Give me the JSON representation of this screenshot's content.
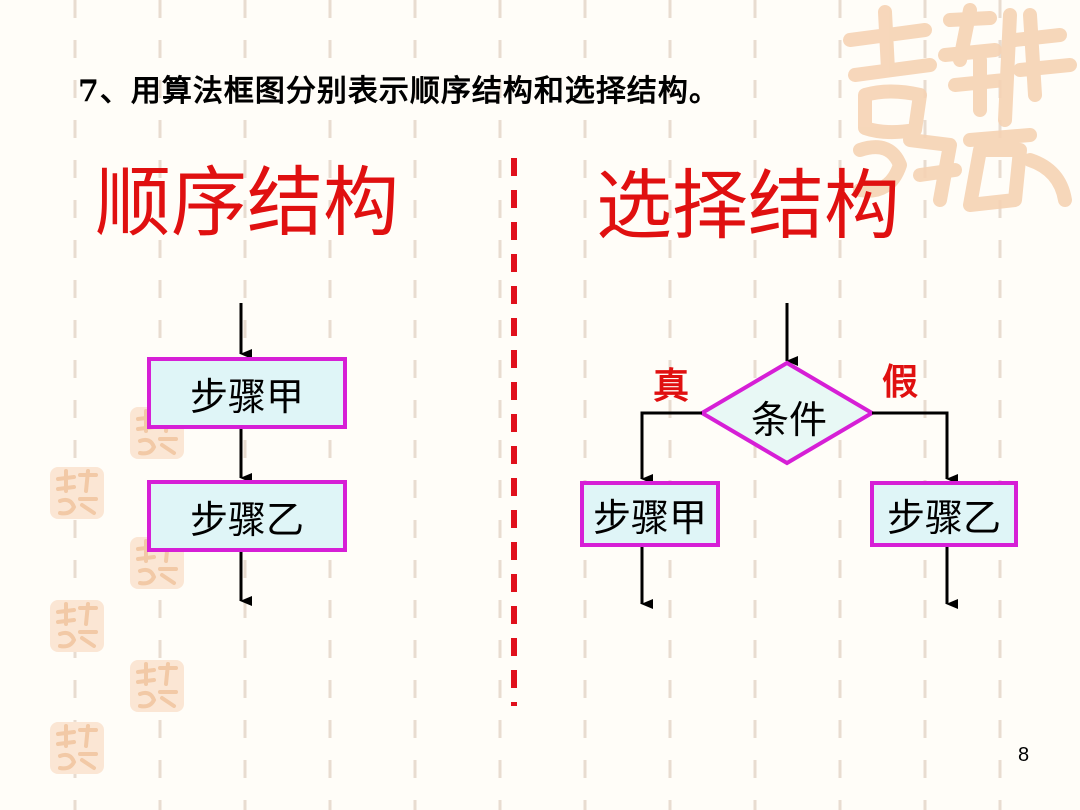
{
  "heading": "7、用算法框图分别表示顺序结构和选择结构。",
  "sequence": {
    "title": "顺序结构",
    "step_a": "步骤甲",
    "step_b": "步骤乙"
  },
  "selection": {
    "title": "选择结构",
    "condition": "条件",
    "true_label": "真",
    "false_label": "假",
    "step_a": "步骤甲",
    "step_b": "步骤乙"
  },
  "page_number": "8",
  "colors": {
    "title_red": "#e01010",
    "box_border": "#d61fd6",
    "box_fill": "#dff5f7",
    "diamond_fill": "#e8f8f5",
    "divider": "#e0101c"
  }
}
